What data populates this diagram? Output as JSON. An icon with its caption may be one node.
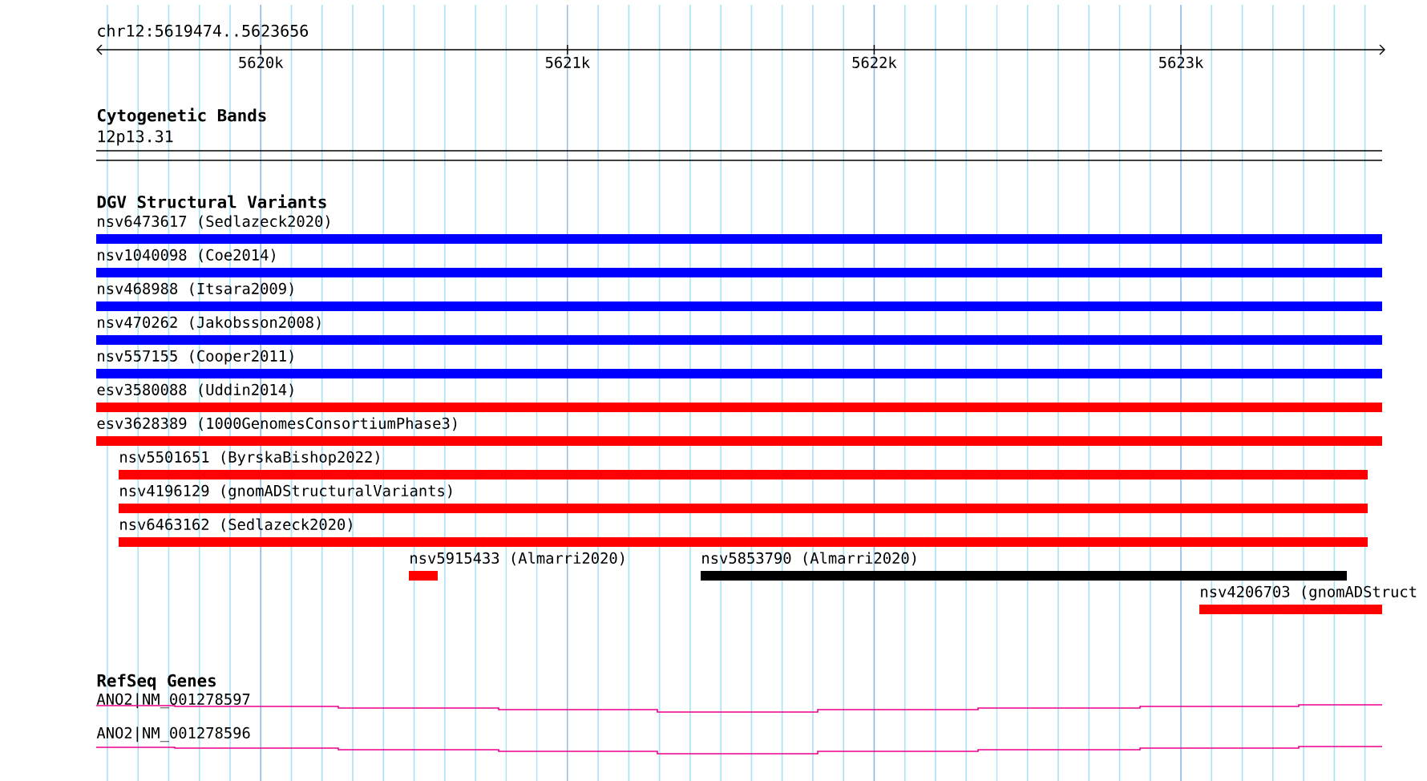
{
  "diagram": {
    "nodes": [
      {
        "text": [
          "nsv6473617 (Sedlazeck2020)"
        ]
      },
      {
        "text": [
          "nsv1040098 (Coe2014)"
        ]
      },
      {
        "text": [
          "nsv468988 (Itsara2009)"
        ]
      },
      {
        "text": [
          "nsv470262 (Jakobsson2008)"
        ]
      },
      {
        "text": [
          "nsv557155 (Cooper2011)"
        ]
      },
      {
        "text": [
          "esv3580088 (Uddin2014)"
        ]
      },
      {
        "text": [
          "esv3628389 (1000GenomesConsortiumPhase3)"
        ]
      },
      {
        "text": [
          "nsv5501651 (ByrskaBishop2022)"
        ]
      },
      {
        "text": [
          "nsv4196129 (gnomADStructuralVariants)"
        ]
      },
      {
        "text": [
          "nsv6463162 (Sedlazeck2020)"
        ]
      },
      {
        "text": [
          "nsv5915433 (Almarri2020)"
        ]
      },
      {
        "text": [
          "nsv5853790 (Almarri2020)"
        ]
      },
      {
        "text": [
          "nsv4206703 (gnomADStruct"
        ]
      },
      {
        "text": [
          "ANO2|NM_001278597"
        ]
      },
      {
        "text": [
          "ANO2|NM_001278596"
        ]
      }
    ],
    "labels": [
      "chr12:5619474..5623656",
      "5620k",
      "5621k",
      "5622k",
      "5623k",
      "Cytogenetic Bands",
      "12p13.31",
      "DGV Structural Variants",
      "RefSeq Genes"
    ]
  }
}
